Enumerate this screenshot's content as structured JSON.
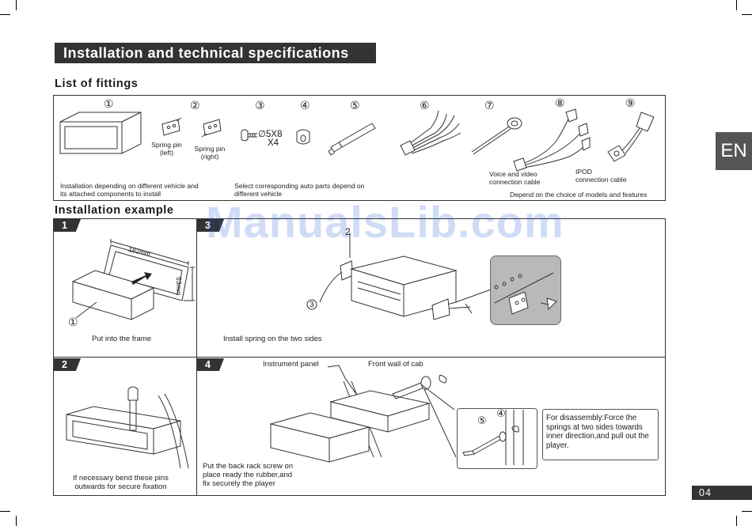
{
  "header": {
    "title": "Installation and technical specifications"
  },
  "fittings": {
    "heading": "List of  fittings",
    "item_numbers": [
      "①",
      "②",
      "③",
      "④",
      "⑤",
      "⑥",
      "⑦",
      "⑧",
      "⑨"
    ],
    "spring_pin_left": "Spring pin\n(left)",
    "spring_pin_right": "Spring pin\n(right)",
    "screw_spec": "∅5X8",
    "screw_qty": "X4",
    "note_frame": "Installation depending on different vehicle and\nits attached components to install",
    "note_parts": "Select corresponding auto parts depend on\ndifferent vehicle",
    "av_cable": "Voice and video\nconnection cable",
    "ipod_cable": "IPOD\nconnection cable",
    "note_models": "Depend on the choice of models and features"
  },
  "example": {
    "heading": "Installation  example",
    "steps": {
      "s1": {
        "num": "1",
        "caption": "Put into the frame",
        "dim_w": "182mm",
        "dim_h": "53mm",
        "marker": "①"
      },
      "s3": {
        "num": "3",
        "caption": "Install spring on the two sides",
        "marker2": "2",
        "marker3": "3"
      },
      "s2": {
        "num": "2",
        "caption": "If necessary bend these pins\noutwards for secure fixation"
      },
      "s4": {
        "num": "4",
        "label_panel": "Instrument panel",
        "label_wall": "Front wall of cab",
        "caption": "Put the back rack screw on\nplace ready the rubber,and\nfix securely the player",
        "marker4": "④",
        "marker5": "⑤",
        "disassembly": "For disassembly:Force the springs at two sides towards inner direction,and pull out the player."
      }
    }
  },
  "side_tab": "EN",
  "page_number": "04",
  "watermark": "ManualsLib.com"
}
